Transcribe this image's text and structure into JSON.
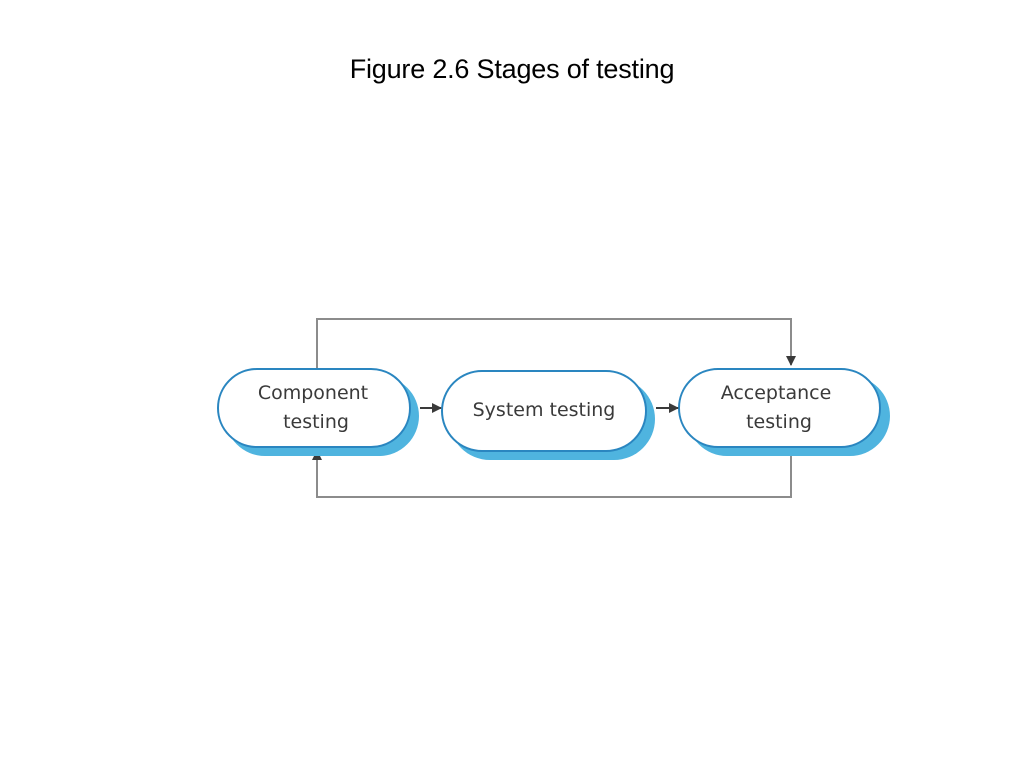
{
  "title": "Figure 2.6 Stages of testing",
  "colors": {
    "node_border": "#2a86c0",
    "node_shadow": "#4fb4df",
    "node_fill": "#ffffff",
    "connector": "#8c8c8c",
    "arrowhead": "#3a3a3a"
  },
  "diagram": {
    "nodes": [
      {
        "id": "component",
        "lines": [
          "Component",
          "testing"
        ]
      },
      {
        "id": "system",
        "lines": [
          "System testing"
        ]
      },
      {
        "id": "acceptance",
        "lines": [
          "Acceptance",
          "testing"
        ]
      }
    ],
    "edges": [
      {
        "from": "component",
        "to": "system"
      },
      {
        "from": "system",
        "to": "acceptance"
      },
      {
        "from": "component",
        "to": "acceptance",
        "route": "over-top"
      },
      {
        "from": "acceptance",
        "to": "component",
        "route": "under-bottom"
      }
    ]
  }
}
